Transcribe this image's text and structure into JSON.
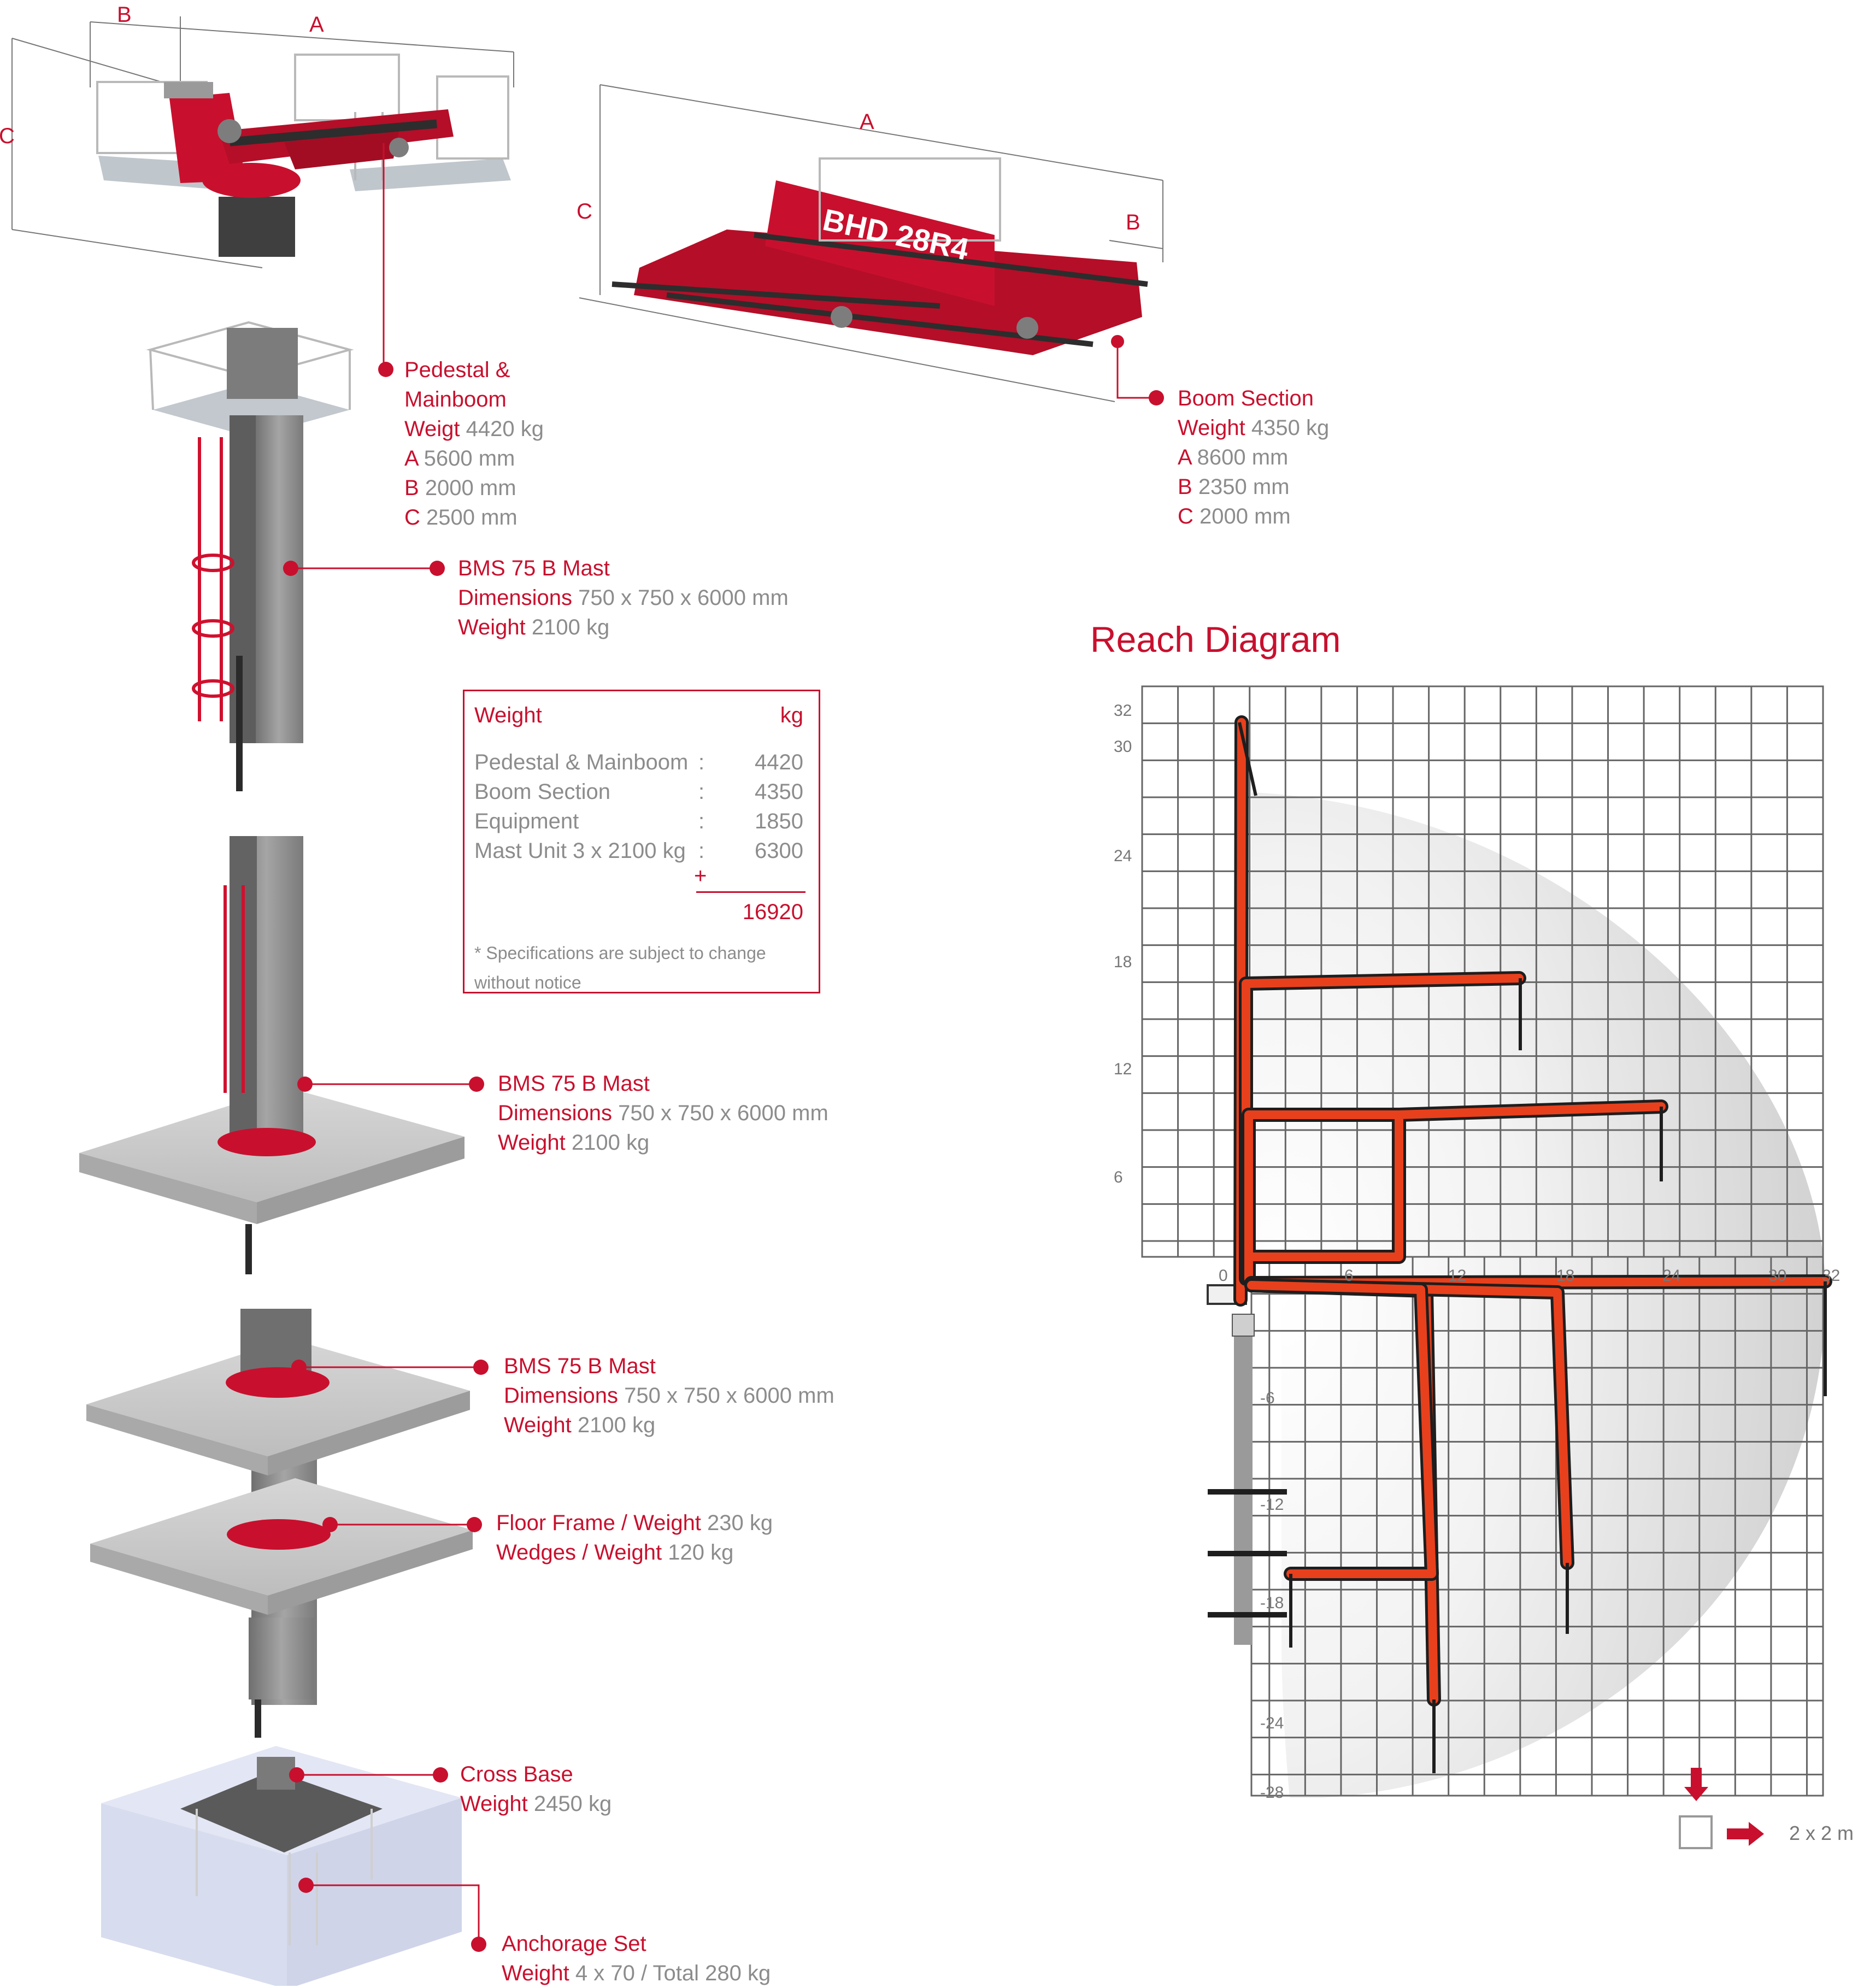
{
  "colors": {
    "brand_red": "#c8102e",
    "value_grey": "#8c8c8c",
    "grid": "#666666",
    "concrete": "#c9c9c9",
    "mast": "#8f8f8f"
  },
  "dims_pedestal": {
    "a": "A",
    "b": "B",
    "c": "C"
  },
  "dims_boom": {
    "a": "A",
    "b": "B",
    "c": "C"
  },
  "boom_marking": "BHD 28R4",
  "labels": {
    "pedestal": {
      "line1": "Pedestal &",
      "line2": "Mainboom",
      "weight_label": "Weigt",
      "weight_value": "4420 kg",
      "a_label": "A",
      "a_value": "5600 mm",
      "b_label": "B",
      "b_value": "2000 mm",
      "c_label": "C",
      "c_value": "2500 mm"
    },
    "boom": {
      "title": "Boom Section",
      "weight_label": "Weight",
      "weight_value": "4350 kg",
      "a_label": "A",
      "a_value": "8600 mm",
      "b_label": "B",
      "b_value": "2350 mm",
      "c_label": "C",
      "c_value": "2000 mm"
    },
    "mast1": {
      "title": "BMS 75 B Mast",
      "dim_label": "Dimensions",
      "dim_value": "750 x 750 x 6000 mm",
      "weight_label": "Weight",
      "weight_value": "2100 kg"
    },
    "mast2": {
      "title": "BMS 75 B Mast",
      "dim_label": "Dimensions",
      "dim_value": "750 x 750 x 6000 mm",
      "weight_label": "Weight",
      "weight_value": "2100 kg"
    },
    "mast3": {
      "title": "BMS 75 B Mast",
      "dim_label": "Dimensions",
      "dim_value": "750 x 750 x 6000 mm",
      "weight_label": "Weight",
      "weight_value": "2100 kg"
    },
    "floor": {
      "frame_label": "Floor Frame / Weight",
      "frame_value": "230 kg",
      "wedges_label": "Wedges / Weight",
      "wedges_value": "120 kg"
    },
    "cross": {
      "title": "Cross Base",
      "weight_label": "Weight",
      "weight_value": "2450 kg"
    },
    "anchor": {
      "title": "Anchorage Set",
      "weight_label": "Weight",
      "weight_value": "4 x 70 / Total 280 kg"
    }
  },
  "weight_table": {
    "header": "Weight",
    "unit": "kg",
    "rows": [
      {
        "name": "Pedestal & Mainboom",
        "colon": ":",
        "value": "4420"
      },
      {
        "name": "Boom Section",
        "colon": ":",
        "value": "4350"
      },
      {
        "name": "Equipment",
        "colon": ":",
        "value": "1850"
      },
      {
        "name": "Mast Unit 3 x 2100 kg",
        "colon": ":",
        "value": "6300"
      }
    ],
    "plus": "+",
    "total": "16920",
    "note": "* Specifications are subject to change without notice"
  },
  "reach_diagram": {
    "title": "Reach Diagram",
    "y_ticks_upper": [
      "32",
      "30",
      "24",
      "18",
      "12",
      "6"
    ],
    "x_ticks": [
      "0",
      "6",
      "12",
      "18",
      "24",
      "30",
      "32"
    ],
    "y_ticks_lower": [
      "-6",
      "-12",
      "-18",
      "-24",
      "-28"
    ],
    "scale": "2 x 2 m"
  }
}
